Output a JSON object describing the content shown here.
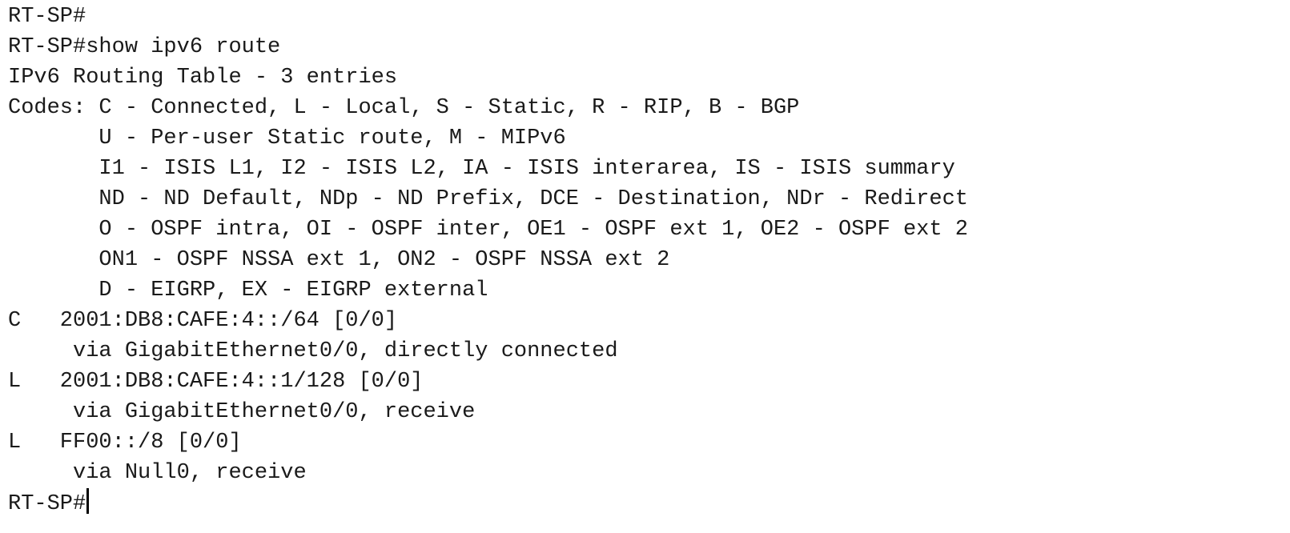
{
  "terminal": {
    "lines": [
      "RT-SP#",
      "RT-SP#show ipv6 route",
      "IPv6 Routing Table - 3 entries",
      "Codes: C - Connected, L - Local, S - Static, R - RIP, B - BGP",
      "       U - Per-user Static route, M - MIPv6",
      "       I1 - ISIS L1, I2 - ISIS L2, IA - ISIS interarea, IS - ISIS summary",
      "       ND - ND Default, NDp - ND Prefix, DCE - Destination, NDr - Redirect",
      "       O - OSPF intra, OI - OSPF inter, OE1 - OSPF ext 1, OE2 - OSPF ext 2",
      "       ON1 - OSPF NSSA ext 1, ON2 - OSPF NSSA ext 2",
      "       D - EIGRP, EX - EIGRP external",
      "C   2001:DB8:CAFE:4::/64 [0/0]",
      "     via GigabitEthernet0/0, directly connected",
      "L   2001:DB8:CAFE:4::1/128 [0/0]",
      "     via GigabitEthernet0/0, receive",
      "L   FF00::/8 [0/0]",
      "     via Null0, receive"
    ],
    "prompt": "RT-SP#"
  }
}
